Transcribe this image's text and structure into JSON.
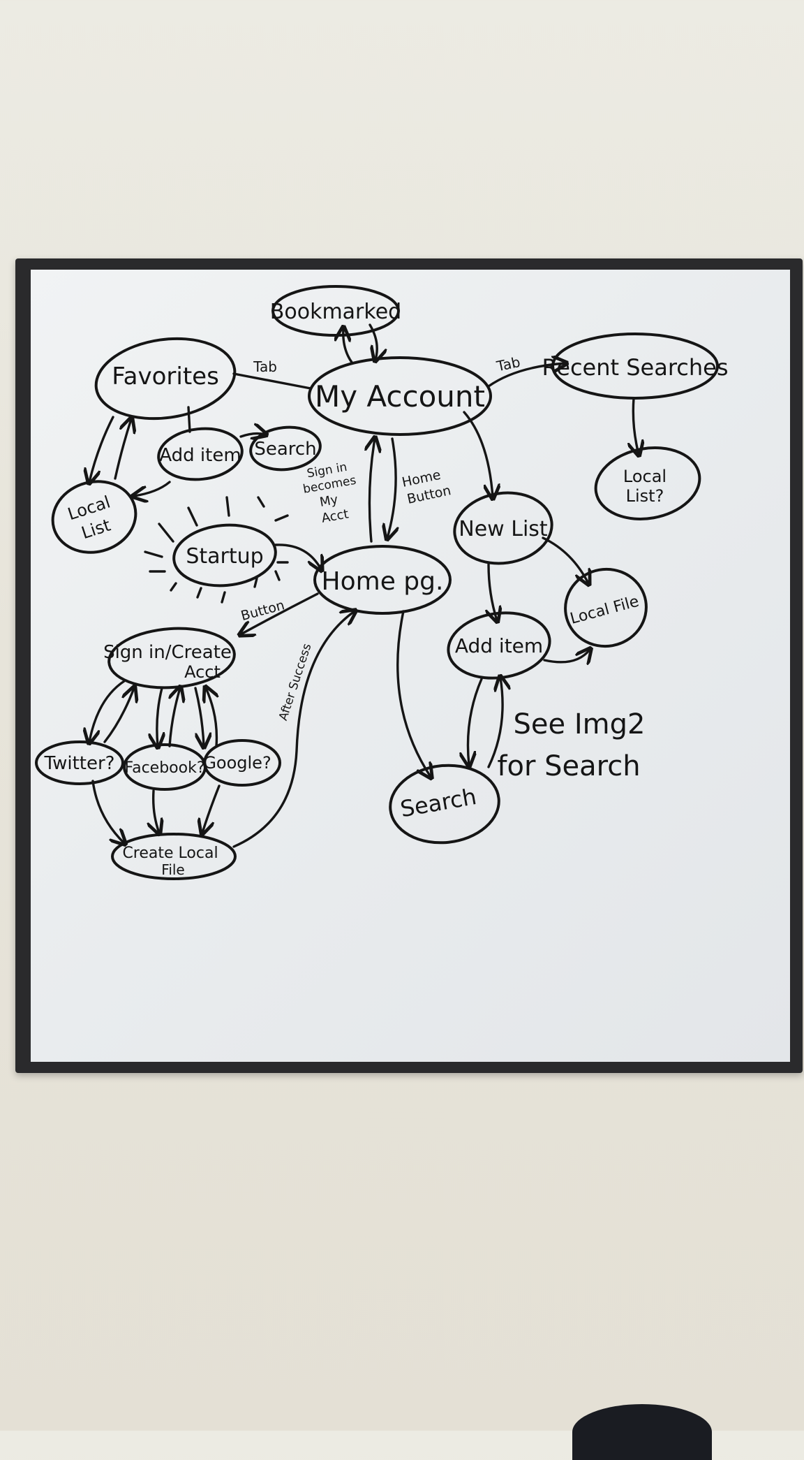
{
  "nodes": {
    "bookmarked": "Bookmarked",
    "favorites": "Favorites",
    "my_account": "My Account",
    "recent_searches": "Recent Searches",
    "add_item_top": "Add item",
    "search_top": "Search",
    "local_list_left_1": "Local",
    "local_list_left_2": "List",
    "local_list_right_1": "Local",
    "local_list_right_2": "List?",
    "new_list": "New List",
    "startup": "Startup",
    "home_pg": "Home pg.",
    "local_file": "Local File",
    "sign_in_1": "Sign in/Create",
    "sign_in_2": "Acct",
    "add_item_right": "Add item",
    "twitter": "Twitter?",
    "facebook": "Facebook?",
    "google": "Google?",
    "create_local_file_1": "Create Local",
    "create_local_file_2": "File",
    "search_bottom": "Search"
  },
  "edge_labels": {
    "tab_left": "Tab",
    "tab_right": "Tab",
    "sign_in_becomes_1": "Sign in",
    "sign_in_becomes_2": "becomes",
    "sign_in_becomes_3": "My",
    "sign_in_becomes_4": "Acct",
    "home_button_1": "Home",
    "home_button_2": "Button",
    "button": "Button",
    "after_success": "After Success"
  },
  "notes": {
    "line1": "See Img2",
    "line2": "for Search"
  },
  "colors": {
    "ink": "#151515",
    "frame": "#2a2a2c",
    "board": "#eceef0",
    "wall": "#e8e5dc"
  }
}
